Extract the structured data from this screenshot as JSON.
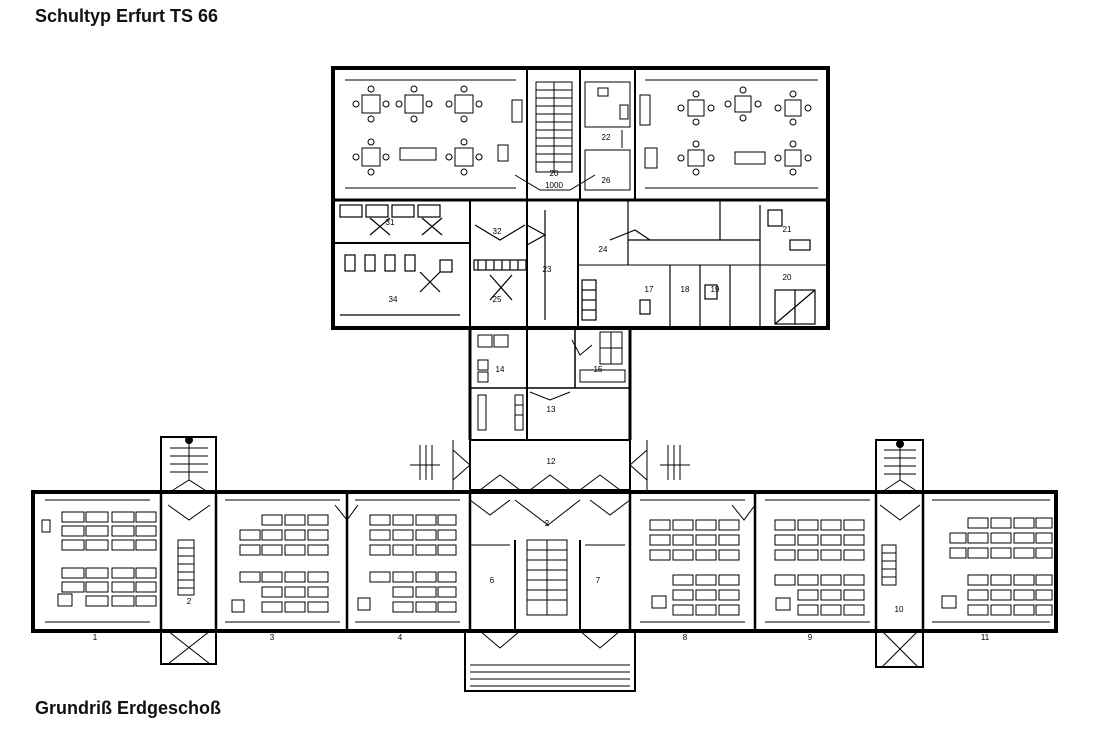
{
  "title": "Schultyp Erfurt TS 66",
  "subtitle": "Grundriß Erdgeschoß",
  "plan_labels": {
    "stair_top": "20",
    "cloak_top": "1000",
    "room_22": "22",
    "room_26": "26",
    "room_23": "23",
    "room_24": "24",
    "room_21": "21",
    "room_20": "20",
    "room_17": "17",
    "room_18": "18",
    "room_19": "19",
    "room_31": "31",
    "room_32": "32",
    "room_34": "34",
    "room_25": "25",
    "room_12": "12",
    "room_13": "13",
    "room_14": "14",
    "room_15": "15",
    "entrance": "12",
    "hall": "2",
    "class_1": "1",
    "class_3": "3",
    "class_4": "4",
    "class_8": "8",
    "class_9": "9",
    "class_11": "11",
    "stair_left": "2",
    "stair_right": "10",
    "wing_6": "6",
    "wing_7": "7"
  }
}
